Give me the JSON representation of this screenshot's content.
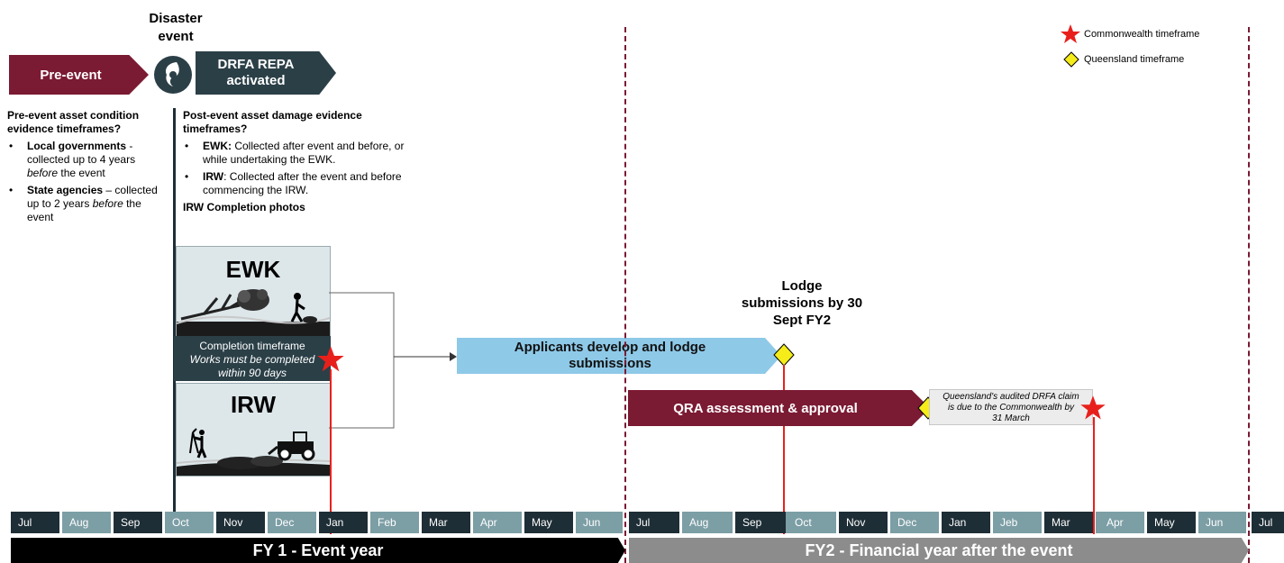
{
  "header": {
    "disaster_event": "Disaster event",
    "pre_event": "Pre-event",
    "drfa_activated": "DRFA REPA activated"
  },
  "legend": {
    "commonwealth": "Commonwealth timeframe",
    "queensland": "Queensland timeframe",
    "star_color": "#e8201c",
    "diamond_color": "#f5ec1a"
  },
  "pre_event_evidence": {
    "heading": "Pre-event asset condition evidence timeframes?",
    "items": [
      {
        "bold": "Local governments",
        "text": " - collected up to 4 years ",
        "italic": "before",
        "tail": " the event"
      },
      {
        "bold": "State agencies",
        "text": " – collected up to 2 years ",
        "italic": "before",
        "tail": " the event"
      }
    ]
  },
  "post_event_evidence": {
    "heading": "Post-event asset damage evidence timeframes?",
    "items": [
      {
        "bold": "EWK:",
        "text": " Collected after event and before, or while undertaking the EWK."
      },
      {
        "bold": "IRW",
        "text": ": Collected after the event and before commencing the IRW."
      }
    ],
    "completion_photos": "IRW Completion photos"
  },
  "ewk_card": {
    "title": "EWK",
    "completion_label": "Completion timeframe",
    "completion_note": "Works must be completed within 90 days"
  },
  "irw_card": {
    "title": "IRW"
  },
  "applicants_bar": "Applicants develop and lodge submissions",
  "lodge_note": "Lodge submissions by 30 Sept FY2",
  "qra_bar": "QRA assessment & approval",
  "claim_note": "Queensland's audited DRFA claim is due to the Commonwealth by 31 March",
  "months": [
    "Jul",
    "Aug",
    "Sep",
    "Oct",
    "Nov",
    "Dec",
    "Jan",
    "Feb",
    "Mar",
    "Apr",
    "May",
    "Jun",
    "Jul",
    "Aug",
    "Sep",
    "Oct",
    "Nov",
    "Dec",
    "Jan",
    "Jeb",
    "Mar",
    "Apr",
    "May",
    "Jun",
    "Jul"
  ],
  "fy1": "FY 1 - Event year",
  "fy2": "FY2 - Financial year after the event",
  "colors": {
    "maroon": "#7b1a33",
    "slate": "#2b3f47",
    "light_blue": "#8ec9e8",
    "month_dark": "#1e2e36",
    "month_teal": "#7c9ea5",
    "fy1": "#000000",
    "fy2": "#8c8c8c"
  }
}
